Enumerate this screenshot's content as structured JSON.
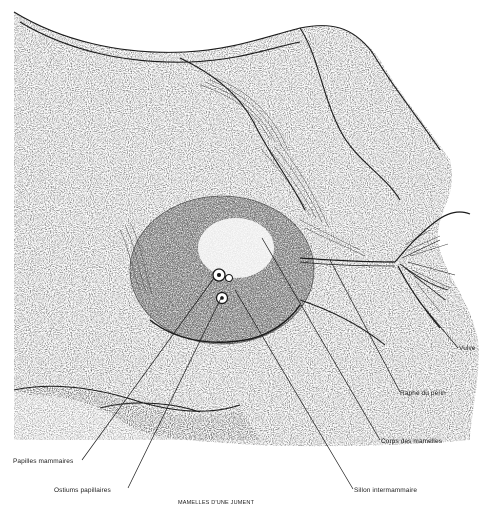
{
  "figure": {
    "caption": "MAMELLES D'UNE JUMENT",
    "labels": {
      "vulve": "Vulve",
      "raphe": "Raphé du périn",
      "corps": "Corps des mamelles",
      "sillon": "Sillon intermammaire",
      "papilles": "Papilles mammaires",
      "ostiums": "Ostiums papillaires"
    }
  },
  "colors": {
    "ink": "#1a1a1a",
    "paper": "#ffffff"
  }
}
